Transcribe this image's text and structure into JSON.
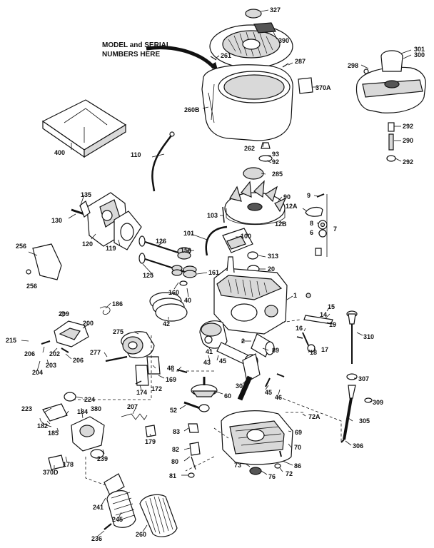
{
  "note": {
    "line1": "MODEL and SERIAL",
    "line2": "NUMBERS HERE"
  },
  "callouts": {
    "c327": "327",
    "c390": "390",
    "c261": "261",
    "c287": "287",
    "c370A": "370A",
    "c260B": "260B",
    "c298": "298",
    "c301": "301",
    "c300": "300",
    "c292a": "292",
    "c290": "290",
    "c292b": "292",
    "c400": "400",
    "c262": "262",
    "c93": "93",
    "c92": "92",
    "c285": "285",
    "c110": "110",
    "c9": "9",
    "c90": "90",
    "c12A": "12A",
    "c103": "103",
    "c8": "8",
    "c7": "7",
    "c6": "6",
    "c12B": "12B",
    "c135": "135",
    "c130": "130",
    "c120": "120",
    "c119": "119",
    "c126a": "126",
    "c101": "101",
    "c100": "100",
    "c150": "150",
    "c313": "313",
    "c20": "20",
    "c256a": "256",
    "c256b": "256",
    "c125": "125",
    "c161": "161",
    "c160": "160",
    "c40": "40",
    "c1": "1",
    "c186": "186",
    "c15": "15",
    "c14": "14",
    "c42": "42",
    "c209": "209",
    "c200": "200",
    "c19": "19",
    "c275": "275",
    "c16": "16",
    "c310": "310",
    "c215": "215",
    "c206a": "206",
    "c202": "202",
    "c2": "2",
    "c18": "18",
    "c17": "17",
    "c89": "89",
    "c204": "204",
    "c203": "203",
    "c206b": "206",
    "c277": "277",
    "c41": "41",
    "c43": "43",
    "c45a": "45",
    "c48a": "48",
    "c169": "169",
    "c172": "172",
    "c174": "174",
    "c30": "30",
    "c307": "307",
    "c45b": "45",
    "c46": "46",
    "c224": "224",
    "c60": "60",
    "c309": "309",
    "c223": "223",
    "c184": "184",
    "c380": "380",
    "c207": "207",
    "c52": "52",
    "c72A": "72A",
    "c182": "182",
    "c185": "185",
    "c305": "305",
    "c83": "83",
    "c69": "69",
    "c179": "179",
    "c239": "239",
    "c306": "306",
    "c70": "70",
    "c82": "82",
    "c178": "178",
    "c370D": "370D",
    "c80": "80",
    "c73": "73",
    "c86": "86",
    "c76": "76",
    "c72": "72",
    "c81": "81",
    "c241": "241",
    "c245": "245",
    "c236": "236",
    "c260": "260"
  }
}
